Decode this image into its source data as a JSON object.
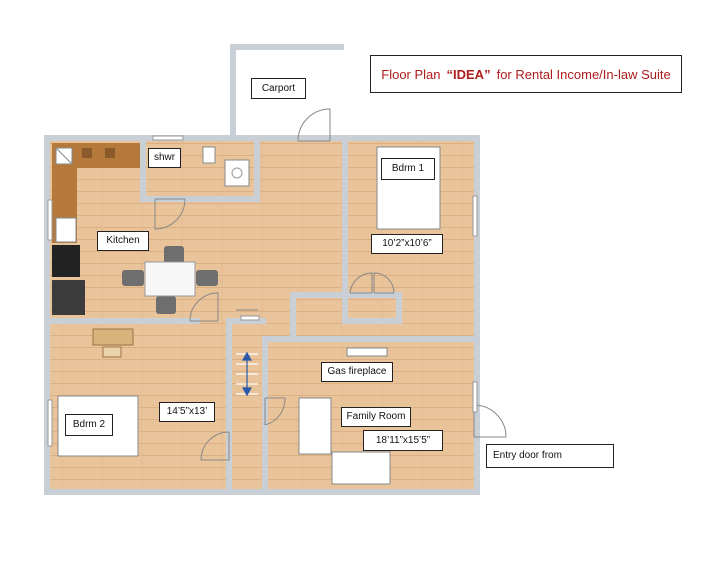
{
  "title": {
    "prefix": "Floor Plan",
    "highlight": "“IDEA”",
    "suffix": "for Rental Income/In-law Suite"
  },
  "labels": {
    "carport": "Carport",
    "shower": "shwr",
    "kitchen": "Kitchen",
    "bedroom1": "Bdrm 1",
    "bedroom1_size": "10’2”x10’6”",
    "bedroom2": "Bdrm 2",
    "bedroom2_size": "14’5”x13’",
    "gas_fireplace": "Gas fireplace",
    "family_room": "Family Room",
    "family_room_size": "18’11”x15’5”",
    "entry_door": "Entry door from"
  },
  "colors": {
    "floor": "#e9c39a",
    "wall": "#c9cfd6",
    "cabinet": "#b5793c",
    "appliance": "#3b3b3b",
    "furniture": "#6e6e6e",
    "door_arrow": "#2a5aa8",
    "title": "#b01c1c"
  }
}
